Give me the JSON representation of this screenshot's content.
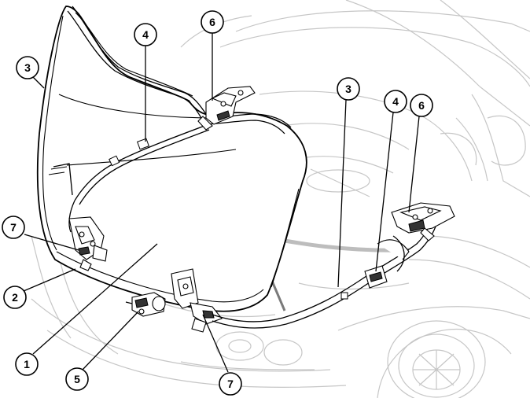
{
  "callouts": [
    {
      "id": "c1",
      "label": "1"
    },
    {
      "id": "c2",
      "label": "2"
    },
    {
      "id": "c3a",
      "label": "3"
    },
    {
      "id": "c3b",
      "label": "3"
    },
    {
      "id": "c4a",
      "label": "4"
    },
    {
      "id": "c4b",
      "label": "4"
    },
    {
      "id": "c5",
      "label": "5"
    },
    {
      "id": "c6a",
      "label": "6"
    },
    {
      "id": "c6b",
      "label": "6"
    },
    {
      "id": "c7a",
      "label": "7"
    },
    {
      "id": "c7b",
      "label": "7"
    }
  ],
  "colors": {
    "line_art": "#000000",
    "background_car": "#c6c6c6",
    "paper": "#ffffff"
  }
}
